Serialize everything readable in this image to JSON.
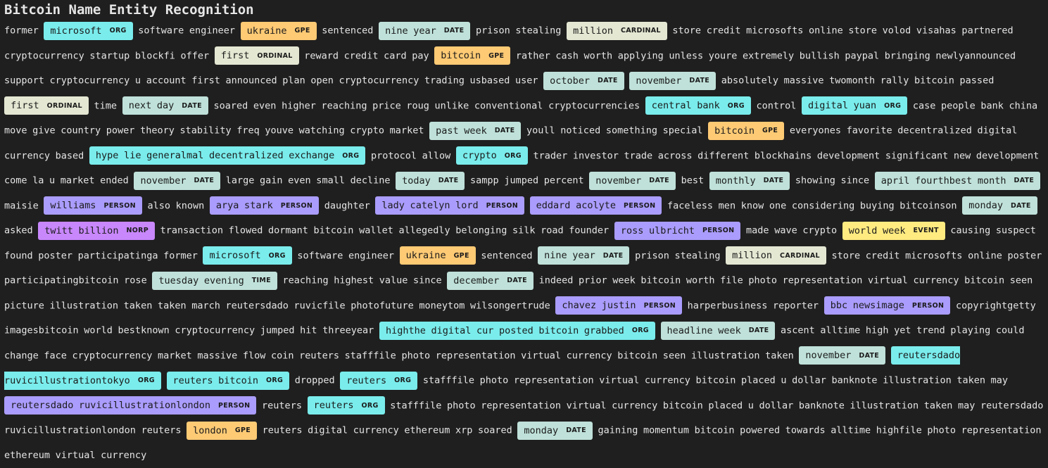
{
  "title": "Bitcoin Name Entity Recognition",
  "colors": {
    "background": "#1f1f1f",
    "text": "#e6e6e6",
    "ORG": "#7aecec",
    "GPE": "#feca74",
    "DATE": "#bfe1d9",
    "CARDINAL": "#e4e7d2",
    "ORDINAL": "#e4e7d2",
    "PERSON": "#aa9cfc",
    "NORP": "#c887fb",
    "EVENT": "#ffeb80",
    "TIME": "#bfe1d9"
  },
  "segments": [
    {
      "text": "former "
    },
    {
      "text": "microsoft",
      "label": "ORG"
    },
    {
      "text": " software engineer "
    },
    {
      "text": "ukraine",
      "label": "GPE"
    },
    {
      "text": " sentenced "
    },
    {
      "text": "nine year",
      "label": "DATE"
    },
    {
      "text": " prison stealing "
    },
    {
      "text": "million",
      "label": "CARDINAL"
    },
    {
      "text": " store credit microsofts online store volod visahas partnered cryptocurrency startup blockfi offer "
    },
    {
      "text": "first",
      "label": "ORDINAL"
    },
    {
      "text": " reward credit card pay "
    },
    {
      "text": "bitcoin",
      "label": "GPE"
    },
    {
      "text": " rather cash worth applying unless youre extremely bullish paypal bringing newlyannounced support cryptocurrency u account first announced plan open cryptocurrency trading usbased user "
    },
    {
      "text": "october",
      "label": "DATE"
    },
    {
      "text": " "
    },
    {
      "text": "november",
      "label": "DATE"
    },
    {
      "text": " absolutely massive twomonth rally bitcoin passed "
    },
    {
      "text": "first",
      "label": "ORDINAL"
    },
    {
      "text": " time "
    },
    {
      "text": "next day",
      "label": "DATE"
    },
    {
      "text": " soared even higher reaching price roug unlike conventional cryptocurrencies "
    },
    {
      "text": "central bank",
      "label": "ORG"
    },
    {
      "text": " control "
    },
    {
      "text": "digital yuan",
      "label": "ORG"
    },
    {
      "text": " case people bank china move give country power theory stability freq youve watching crypto market "
    },
    {
      "text": "past week",
      "label": "DATE"
    },
    {
      "text": " youll noticed something special "
    },
    {
      "text": "bitcoin",
      "label": "GPE"
    },
    {
      "text": " everyones favorite decentralized digital currency based "
    },
    {
      "text": "hype lie generalmal decentralized exchange",
      "label": "ORG"
    },
    {
      "text": " protocol allow "
    },
    {
      "text": "crypto",
      "label": "ORG"
    },
    {
      "text": " trader investor trade across different blockhains development significant new development come la u market ended "
    },
    {
      "text": "november",
      "label": "DATE"
    },
    {
      "text": " large gain even small decline "
    },
    {
      "text": "today",
      "label": "DATE"
    },
    {
      "text": " sampp jumped percent "
    },
    {
      "text": "november",
      "label": "DATE"
    },
    {
      "text": " best "
    },
    {
      "text": "monthly",
      "label": "DATE"
    },
    {
      "text": " showing since "
    },
    {
      "text": "april fourthbest month",
      "label": "DATE"
    },
    {
      "text": " maisie "
    },
    {
      "text": "williams",
      "label": "PERSON"
    },
    {
      "text": " also known "
    },
    {
      "text": "arya stark",
      "label": "PERSON"
    },
    {
      "text": " daughter "
    },
    {
      "text": "lady catelyn lord",
      "label": "PERSON"
    },
    {
      "text": " "
    },
    {
      "text": "eddard acolyte",
      "label": "PERSON"
    },
    {
      "text": " faceless men know one considering buying bitcoinson "
    },
    {
      "text": "monday",
      "label": "DATE"
    },
    {
      "text": " asked "
    },
    {
      "text": "twitt billion",
      "label": "NORP"
    },
    {
      "text": " transaction flowed dormant bitcoin wallet allegedly belonging silk road founder "
    },
    {
      "text": "ross ulbricht",
      "label": "PERSON"
    },
    {
      "text": " made wave crypto "
    },
    {
      "text": "world week",
      "label": "EVENT"
    },
    {
      "text": " causing suspect found poster participatinga former "
    },
    {
      "text": "microsoft",
      "label": "ORG"
    },
    {
      "text": " software engineer "
    },
    {
      "text": "ukraine",
      "label": "GPE"
    },
    {
      "text": " sentenced "
    },
    {
      "text": "nine year",
      "label": "DATE"
    },
    {
      "text": " prison stealing "
    },
    {
      "text": "million",
      "label": "CARDINAL"
    },
    {
      "text": " store credit microsofts online poster participatingbitcoin rose "
    },
    {
      "text": "tuesday evening",
      "label": "TIME"
    },
    {
      "text": " reaching highest value since "
    },
    {
      "text": "december",
      "label": "DATE"
    },
    {
      "text": " indeed prior week bitcoin worth file photo representation virtual currency bitcoin seen picture illustration taken taken march reutersdado ruvicfile photofuture moneytom wilsongertrude "
    },
    {
      "text": "chavez justin",
      "label": "PERSON"
    },
    {
      "text": " harperbusiness reporter "
    },
    {
      "text": "bbc newsimage",
      "label": "PERSON"
    },
    {
      "text": " copyrightgetty imagesbitcoin world bestknown cryptocurrency jumped hit threeyear "
    },
    {
      "text": "highthe digital cur posted bitcoin grabbed",
      "label": "ORG"
    },
    {
      "text": " "
    },
    {
      "text": "headline week",
      "label": "DATE"
    },
    {
      "text": " ascent alltime high yet trend playing could change face cryptocurrency market massive flow coin reuters stafffile photo representation virtual currency bitcoin seen illustration taken "
    },
    {
      "text": "november",
      "label": "DATE"
    },
    {
      "text": " "
    },
    {
      "text": "reutersdado ruvicillustrationtokyo",
      "label": "ORG"
    },
    {
      "text": " "
    },
    {
      "text": "reuters bitcoin",
      "label": "ORG"
    },
    {
      "text": " dropped "
    },
    {
      "text": "reuters",
      "label": "ORG"
    },
    {
      "text": " stafffile photo representation virtual currency bitcoin placed u dollar banknote illustration taken may "
    },
    {
      "text": "reutersdado ruvicillustrationlondon",
      "label": "PERSON"
    },
    {
      "text": " reuters "
    },
    {
      "text": "reuters",
      "label": "ORG"
    },
    {
      "text": " stafffile photo representation virtual currency bitcoin placed u dollar banknote illustration taken may reutersdado ruvicillustrationlondon reuters "
    },
    {
      "text": "london",
      "label": "GPE"
    },
    {
      "text": " reuters digital currency ethereum xrp soared "
    },
    {
      "text": "monday",
      "label": "DATE"
    },
    {
      "text": " gaining momentum bitcoin powered towards alltime highfile photo representation ethereum virtual currency"
    }
  ]
}
